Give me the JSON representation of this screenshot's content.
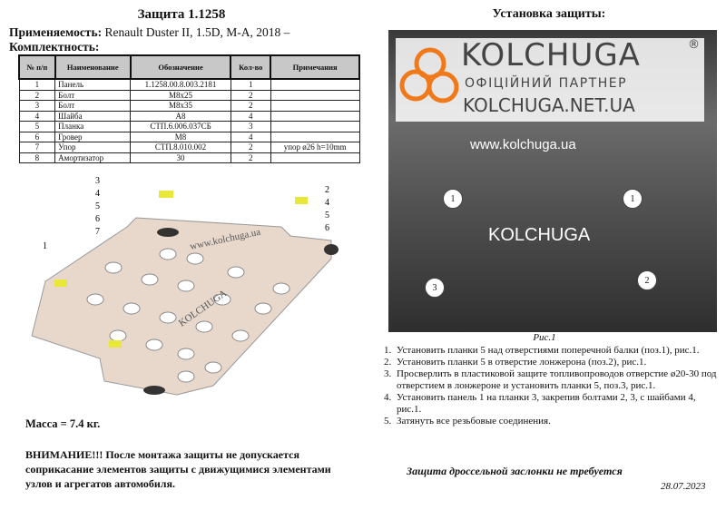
{
  "left": {
    "title": "Защита 1.1258",
    "applicability_label": "Применяемость:",
    "applicability_value": "Renault Duster II, 1.5D, M-A, 2018 –",
    "kit_label": "Комплектность:",
    "table": {
      "headers": [
        "№ п/п",
        "Наименование",
        "Обозначение",
        "Кол-во",
        "Примечания"
      ],
      "rows": [
        [
          "1",
          "Панель",
          "1.1258.00.8.003.2181",
          "1",
          ""
        ],
        [
          "2",
          "Болт",
          "M8x25",
          "2",
          ""
        ],
        [
          "3",
          "Болт",
          "M8x35",
          "2",
          ""
        ],
        [
          "4",
          "Шайба",
          "A8",
          "4",
          ""
        ],
        [
          "5",
          "Планка",
          "СТП.6.006.037СБ",
          "3",
          ""
        ],
        [
          "6",
          "Гровер",
          "M8",
          "4",
          ""
        ],
        [
          "7",
          "Упор",
          "СТП.8.010.002",
          "2",
          "упор ø26 h=10mm"
        ],
        [
          "8",
          "Амортизатор",
          "30",
          "2",
          ""
        ]
      ]
    },
    "diagram": {
      "labels_a": [
        "3",
        "4",
        "5",
        "6",
        "7"
      ],
      "labels_b": [
        "2",
        "4",
        "5",
        "6"
      ],
      "label_panel": "1",
      "site": "www.kolchuga.ua",
      "brand": "KOLCHUGA"
    },
    "mass": "Масса = 7.4 кг.",
    "warning": "ВНИМАНИЕ!!! После монтажа защиты не допускается соприкасание элементов защиты с движущимися элементами узлов и агрегатов автомобиля."
  },
  "right": {
    "title": "Установка защиты:",
    "photo": {
      "site": "www.kolchuga.ua",
      "brand": "KOLCHUGA",
      "callouts": [
        "1",
        "1",
        "3",
        "2"
      ]
    },
    "caption": "Рис.1",
    "steps": [
      "Установить планки 5 над отверстиями поперечной балки (поз.1), рис.1.",
      "Установить планки 5 в отверстие лонжерона (поз.2), рис.1.",
      "Просверлить в пластиковой защите топливопроводов отверстие ø20-30 под отверстием в лонжероне и установить планки 5, поз.3, рис.1.",
      "Установить панель 1 на планки 3, закрепив болтами 2, 3, с шайбами 4, рис.1.",
      "Затянуть все резьбовые соединения."
    ],
    "note": "Защита дроссельной заслонки не требуется",
    "date": "28.07.2023"
  },
  "watermark": {
    "brand": "KOLCHUGA",
    "registered": "®",
    "line1": "ОФІЦІЙНИЙ ПАРТНЕР",
    "line2": "KOLCHUGA.NET.UA",
    "color": "#f07a1a"
  }
}
